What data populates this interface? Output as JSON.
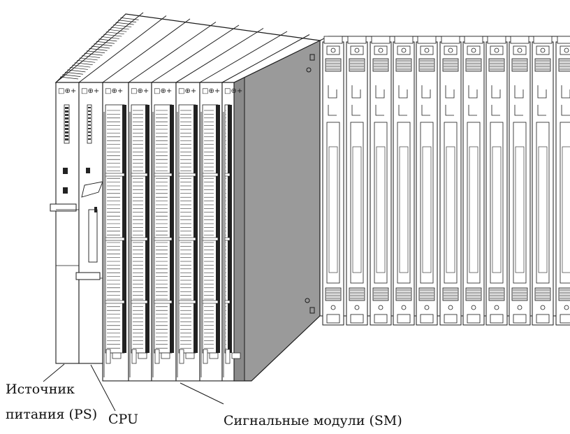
{
  "labels": {
    "ps_line1": "Источник",
    "ps_line2": "питания (PS)",
    "cpu": "CPU",
    "sm": "Сигнальные модули (SM)"
  },
  "module_status_glyphs": "□⊕+",
  "colors": {
    "line": "#1a1a1a",
    "module_face": "#ffffff",
    "module_side": "#9a9a9a",
    "rack_back": "#ffffff"
  }
}
